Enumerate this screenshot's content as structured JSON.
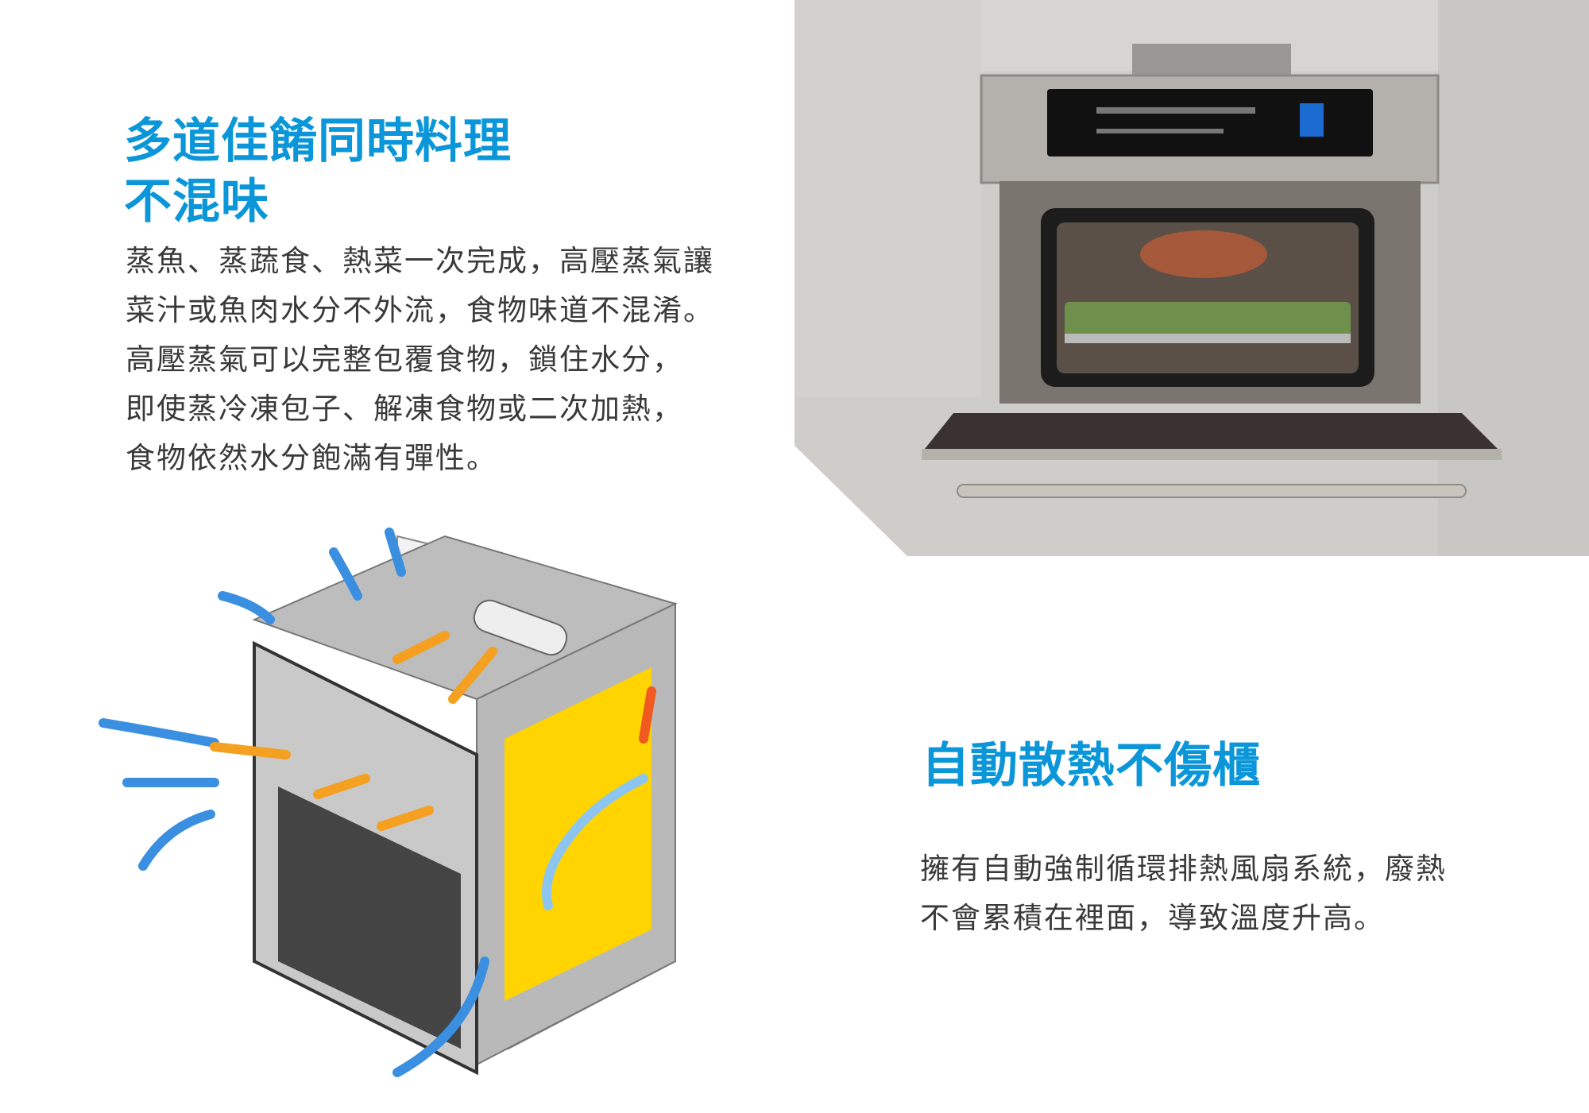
{
  "section1": {
    "title_lines": [
      "多道佳餚同時料理",
      "不混味"
    ],
    "body": "蒸魚、蒸蔬食、熱菜一次完成，高壓蒸氣讓\n菜汁或魚肉水分不外流，食物味道不混淆。\n高壓蒸氣可以完整包覆食物，鎖住水分，\n即使蒸冷凍包子、解凍食物或二次加熱，\n食物依然水分飽滿有彈性。"
  },
  "section2": {
    "title": "自動散熱不傷櫃",
    "body": "擁有自動強制循環排熱風扇系統，廢熱\n不會累積在裡面，導致溫度升高。"
  },
  "colors": {
    "accent": "#0a96d8",
    "text": "#3a3a3a",
    "airflow_cool": "#3b8fe0",
    "airflow_hot": "#f5a020"
  }
}
